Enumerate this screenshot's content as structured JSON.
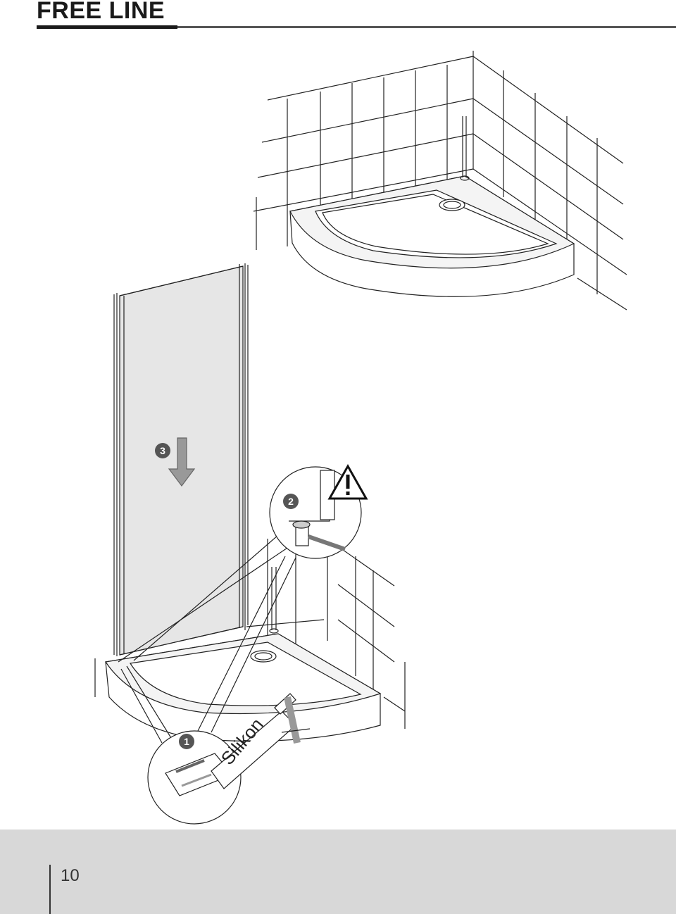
{
  "header": {
    "title": "FREE LINE"
  },
  "illustration": {
    "steps": [
      {
        "number": "1"
      },
      {
        "number": "2"
      },
      {
        "number": "3"
      }
    ],
    "tool_label": "Silikon",
    "warning_symbol": "warning-triangle-icon",
    "colors": {
      "line": "#222222",
      "panel_fill": "#e6e6e6",
      "badge": "#555555"
    }
  },
  "footer": {
    "page_number": "10"
  }
}
